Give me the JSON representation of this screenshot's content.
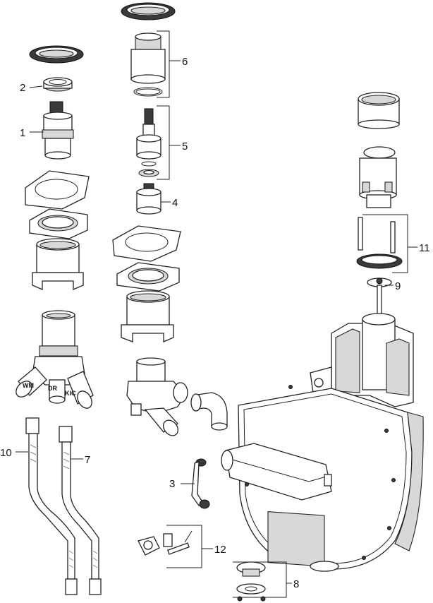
{
  "callouts": [
    {
      "id": "1",
      "label": "1"
    },
    {
      "id": "2",
      "label": "2"
    },
    {
      "id": "3",
      "label": "3"
    },
    {
      "id": "4",
      "label": "4"
    },
    {
      "id": "5",
      "label": "5"
    },
    {
      "id": "6",
      "label": "6"
    },
    {
      "id": "7",
      "label": "7"
    },
    {
      "id": "8",
      "label": "8"
    },
    {
      "id": "9",
      "label": "9"
    },
    {
      "id": "10",
      "label": "10"
    },
    {
      "id": "11",
      "label": "11"
    },
    {
      "id": "12",
      "label": "12"
    }
  ],
  "markings": {
    "port_left": "WM",
    "port_mid": "DR",
    "port_right": "KIC"
  }
}
